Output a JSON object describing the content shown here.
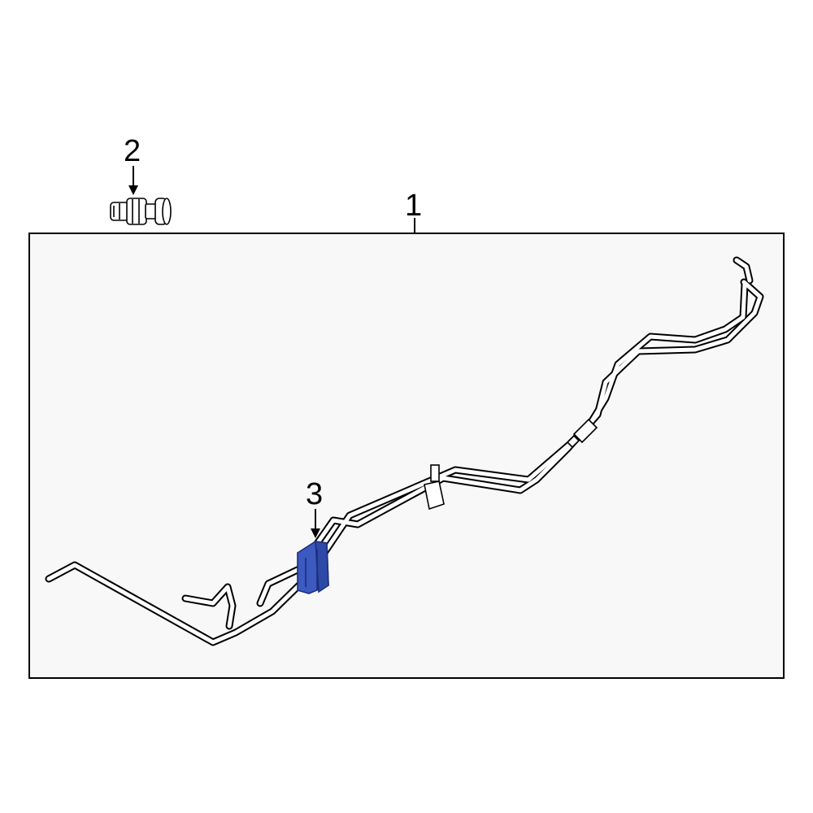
{
  "diagram": {
    "callouts": [
      {
        "id": "1",
        "label": "1"
      },
      {
        "id": "2",
        "label": "2"
      },
      {
        "id": "3",
        "label": "3"
      }
    ]
  },
  "colors": {
    "highlight": "#3C5AC0",
    "highlight_dark": "#1E2E7A",
    "line": "#000000",
    "panel": "#F8F8F8"
  },
  "icons": {
    "part_2": "fitting-icon",
    "part_3": "clip-icon",
    "part_1": "cooler-line-icon"
  }
}
